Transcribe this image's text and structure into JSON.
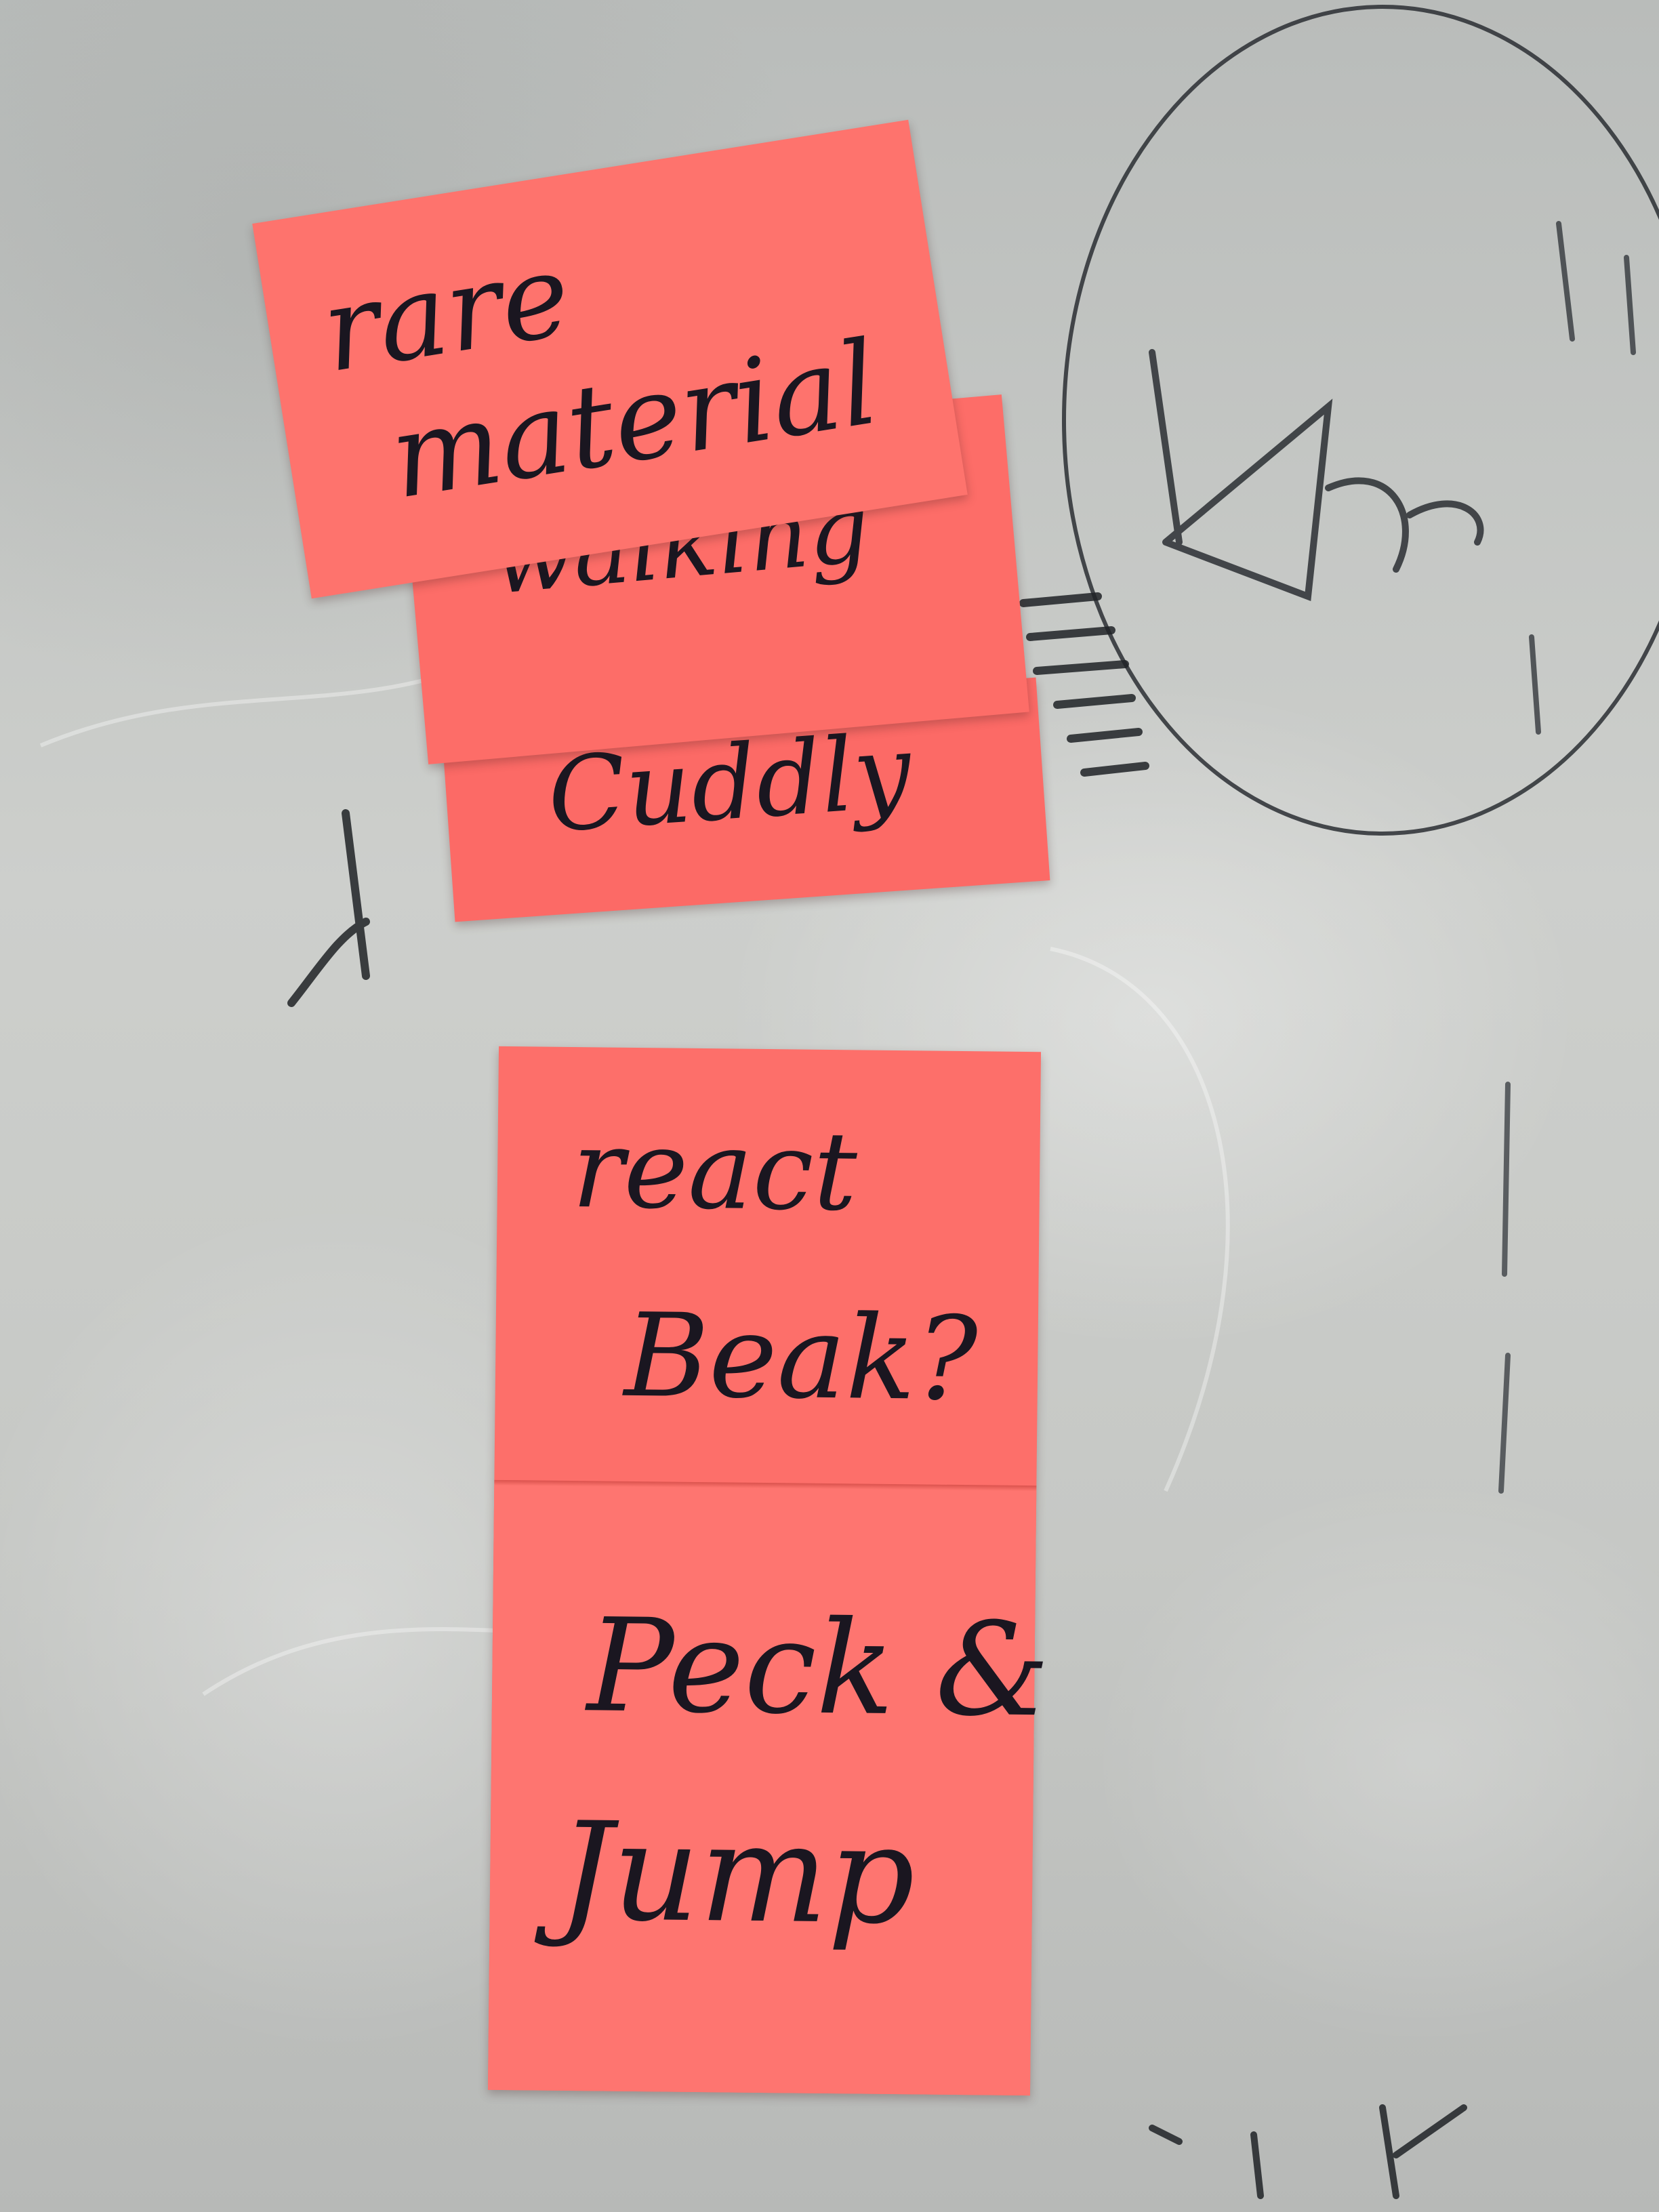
{
  "scene": {
    "board_color": "#c9cbc8",
    "marker_color": "#1a1620",
    "note_color": "#fd6f6a"
  },
  "top_stack": {
    "front_note": {
      "line1": "rare",
      "line2": "material"
    },
    "middle_note": {
      "line1": "walking"
    },
    "back_note": {
      "line1": "Cuddly"
    }
  },
  "bottom_note": {
    "upper_panel": {
      "line1": "react",
      "line2": "Beak?"
    },
    "lower_panel": {
      "line1": "Peck &",
      "line2": "Jump"
    }
  }
}
